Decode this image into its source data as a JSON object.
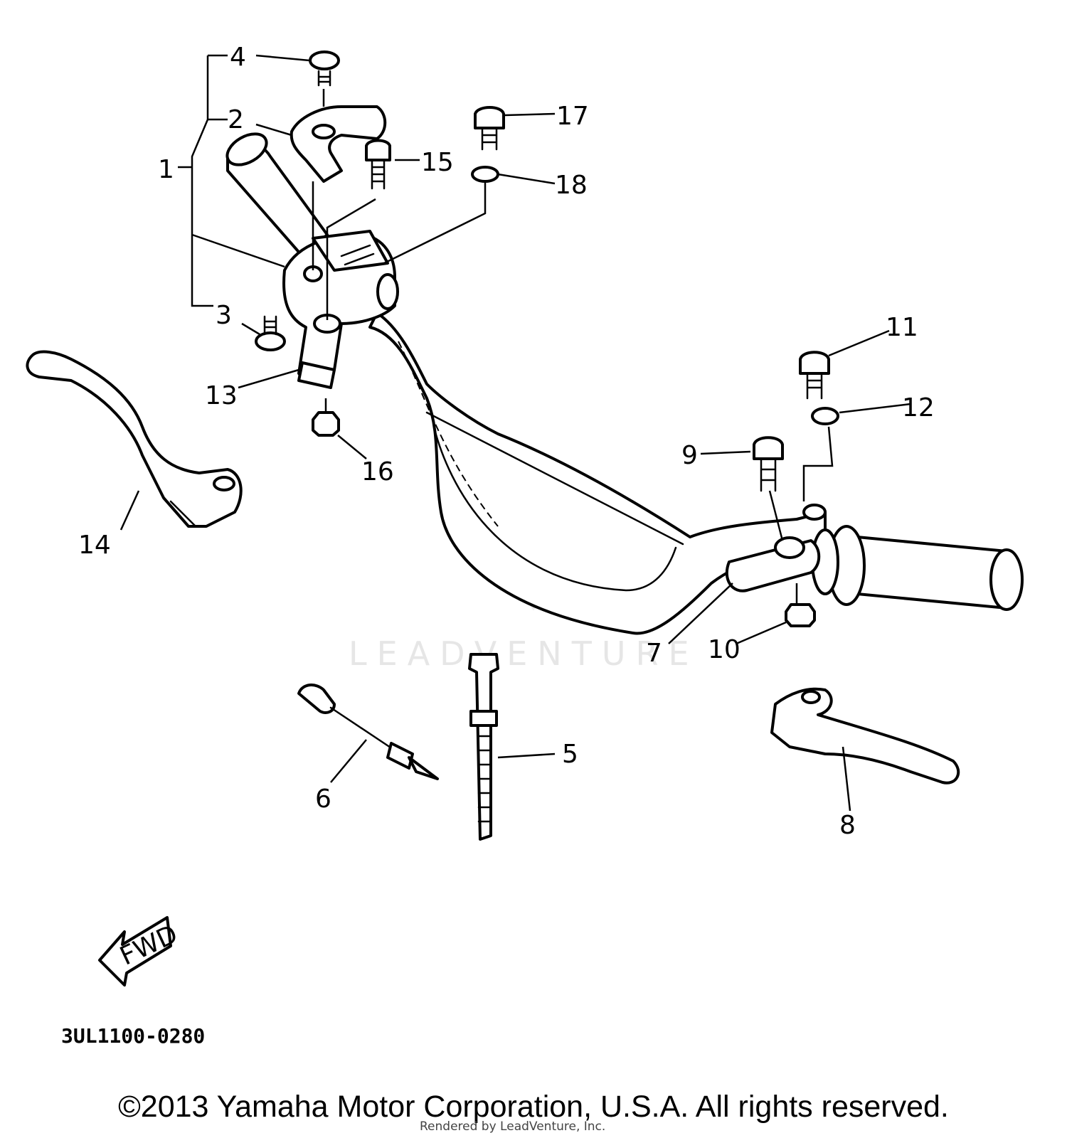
{
  "diagram": {
    "callouts": [
      "1",
      "2",
      "3",
      "4",
      "5",
      "6",
      "7",
      "8",
      "9",
      "10",
      "11",
      "12",
      "13",
      "14",
      "15",
      "16",
      "17",
      "18"
    ],
    "fwd_label": "FWD",
    "code": "3UL1100-0280",
    "watermark": "LEADVENTURE"
  },
  "footer": {
    "copyright": "©2013 Yamaha Motor Corporation, U.S.A. All rights reserved.",
    "rendered_by": "Rendered by LeadVenture, Inc."
  }
}
